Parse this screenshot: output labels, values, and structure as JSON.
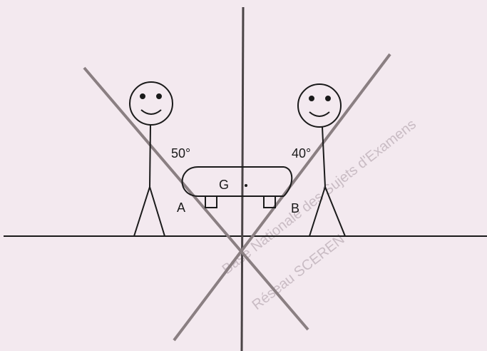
{
  "labels": {
    "angle_left": "50°",
    "angle_right": "40°",
    "center_of_mass": "G",
    "point_a": "A",
    "point_b": "B"
  },
  "watermark": {
    "line1": "Base Nationale des Sujets d'Examens",
    "line2": "Réseau SCEREN"
  },
  "colors": {
    "background": "#f3e9ef",
    "ink": "#1a1a1a",
    "rope": "#8a7f82",
    "watermark": "#c9bcc4"
  }
}
